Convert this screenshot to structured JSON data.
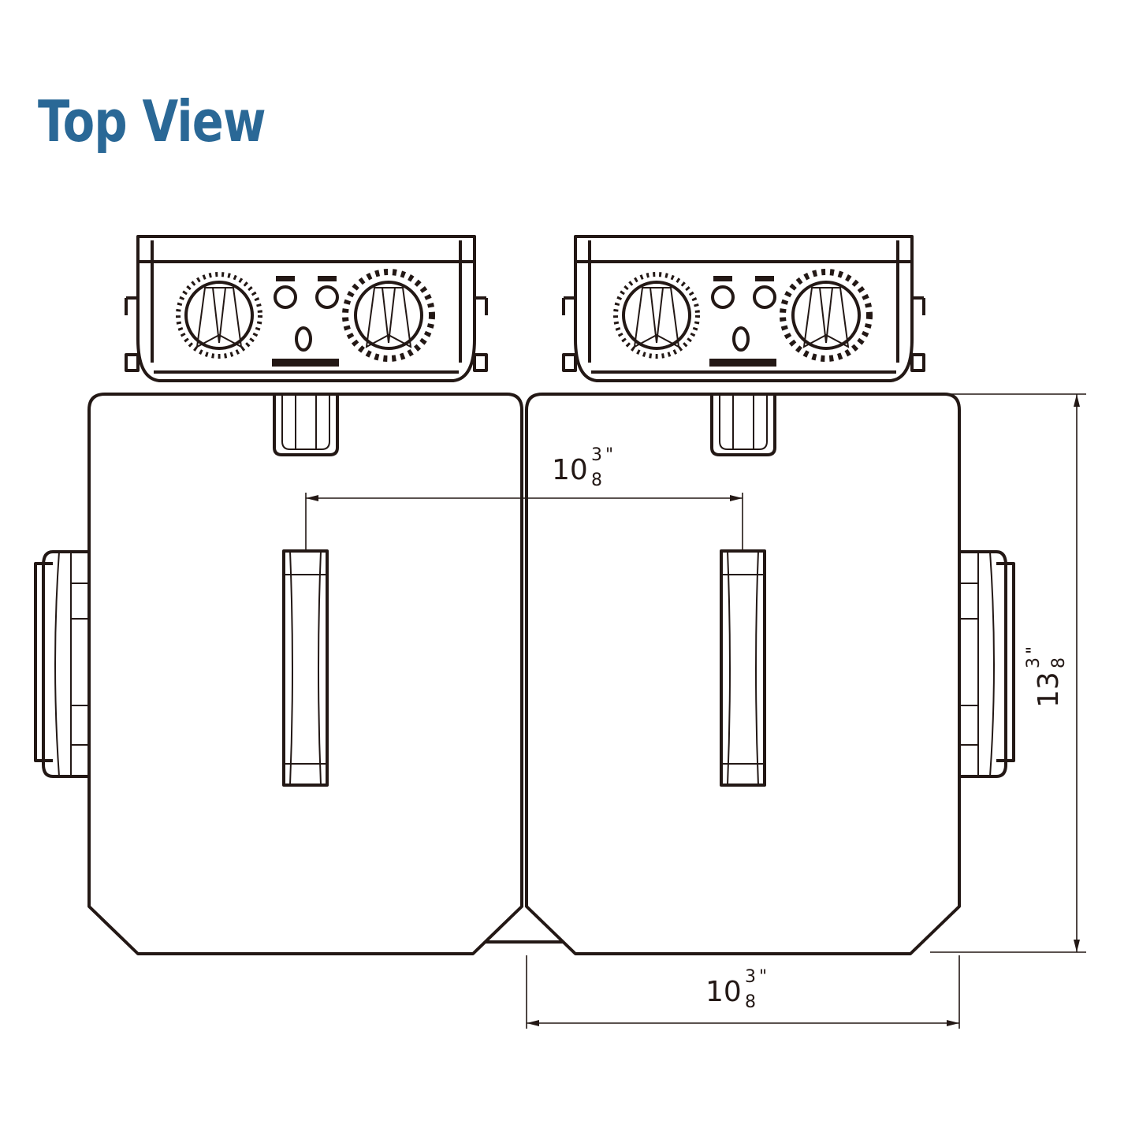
{
  "title": "Top View",
  "dimensions": {
    "handle_spacing": {
      "whole": "10",
      "num": "3",
      "den": "8",
      "unit": "\""
    },
    "basin_width": {
      "whole": "10",
      "num": "3",
      "den": "8",
      "unit": "\""
    },
    "basin_depth": {
      "whole": "13",
      "num": "3",
      "den": "8",
      "unit": "\""
    }
  },
  "colors": {
    "title": "#2a6896",
    "line": "#231815"
  }
}
